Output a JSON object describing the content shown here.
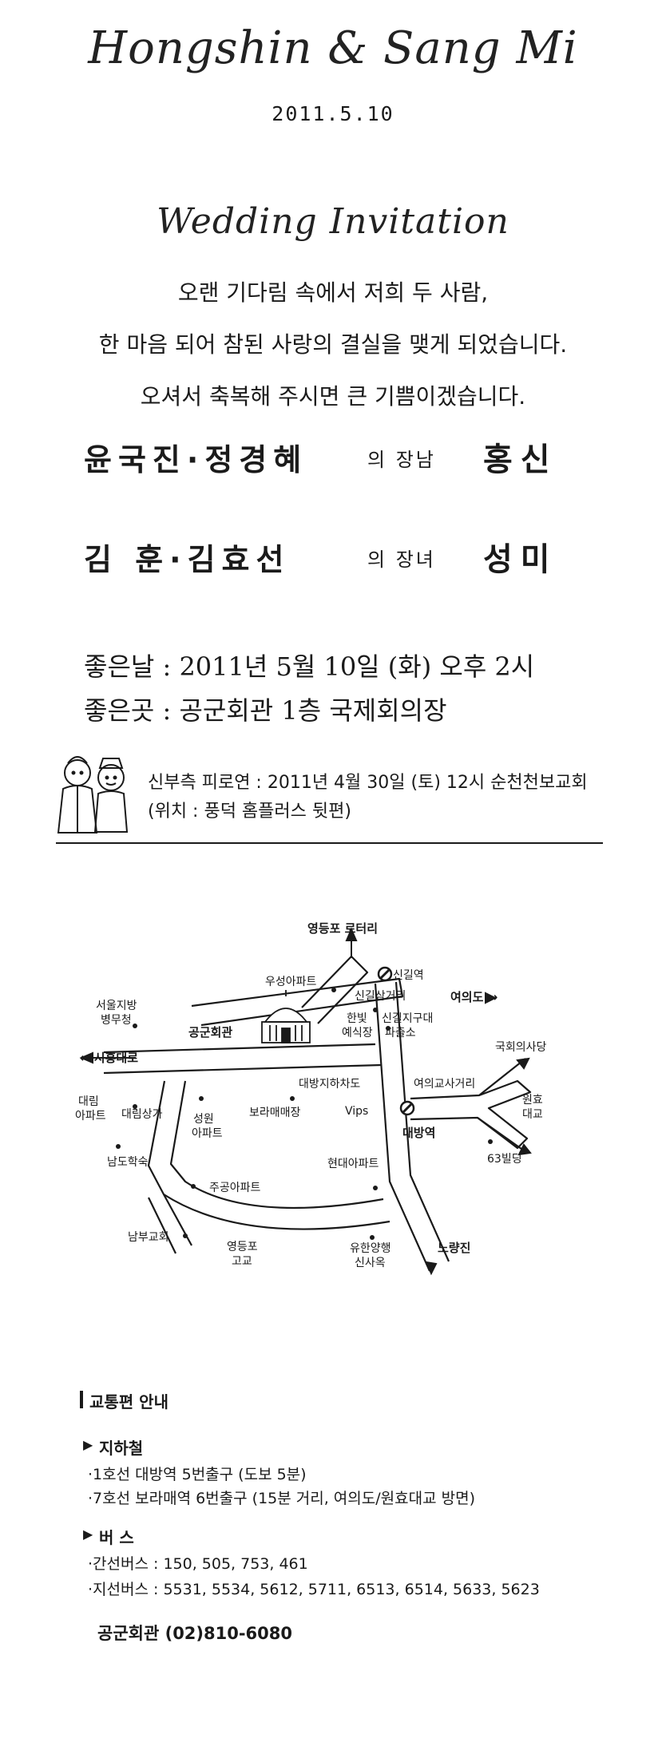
{
  "header": {
    "couple_names": "Hongshin & Sang Mi",
    "date": "2011.5.10",
    "invitation_title": "Wedding Invitation"
  },
  "message": {
    "line1": "오랜 기다림 속에서 저희 두 사람,",
    "line2": "한 마음 되어 참된 사랑의 결실을 맺게 되었습니다.",
    "line3": "오셔서 축복해 주시면 큰 기쁨이겠습니다."
  },
  "families": {
    "groom": {
      "parents": "윤국진·정경혜",
      "relation": "의 장남",
      "name": "홍신"
    },
    "bride": {
      "parents": "김 훈·김효선",
      "relation": "의 장녀",
      "name": "성미"
    }
  },
  "event": {
    "date_label": "좋은날 : 2011년 5월 10일 (화) 오후 2시",
    "place_label": "좋은곳 : 공군회관 1층 국제회의장"
  },
  "reception": {
    "line1": "신부측 피로연 : 2011년 4월 30일 (토) 12시 순천천보교회",
    "line2": "(위치 : 풍덕 홈플러스 뒷편)"
  },
  "map": {
    "labels": {
      "rotary": "영등포 로터리",
      "woosung": "우성아파트",
      "singil_station": "신길역",
      "singil_junction": "신길삼거리",
      "yeouido": "여의도 →",
      "seoul_office_1": "서울지방",
      "seoul_office_2": "병무청",
      "venue": "공군회관",
      "hanbit_1": "한빛",
      "hanbit_2": "예식장",
      "police_1": "신길지구대",
      "police_2": "파출소",
      "national_assembly": "국회의사당",
      "siheung": "← 시흥대로",
      "daebang_underpass": "대방지하차도",
      "yeouigyosa": "여의교사거리",
      "wonhyo_1": "원효",
      "wonhyo_2": "대교",
      "daerim_1": "대림",
      "daerim_2": "아파트",
      "daerim_mall": "대림상가",
      "sungwon_1": "성원",
      "sungwon_2": "아파트",
      "bora_market": "보라매매장",
      "vips": "Vips",
      "daebang_station": "대방역",
      "building63": "63빌딩",
      "namdo": "남도학숙",
      "jugong": "주공아파트",
      "hyundai": "현대아파트",
      "nambu_church": "남부교회",
      "ydp_school_1": "영등포",
      "ydp_school_2": "고교",
      "yuhan_1": "유한양행",
      "yuhan_2": "신사옥",
      "noryangjin": "노량진"
    }
  },
  "transport": {
    "title": "교통편 안내",
    "subway_title": "지하철",
    "subway_1": "·1호선 대방역 5번출구 (도보 5분)",
    "subway_2": "·7호선 보라매역 6번출구 (15분 거리, 여의도/원효대교 방면)",
    "bus_title": "버  스",
    "bus_1": "·간선버스 : 150, 505, 753, 461",
    "bus_2": "·지선버스 : 5531, 5534, 5612, 5711, 6513, 6514, 5633, 5623",
    "contact": "공군회관  (02)810-6080"
  }
}
